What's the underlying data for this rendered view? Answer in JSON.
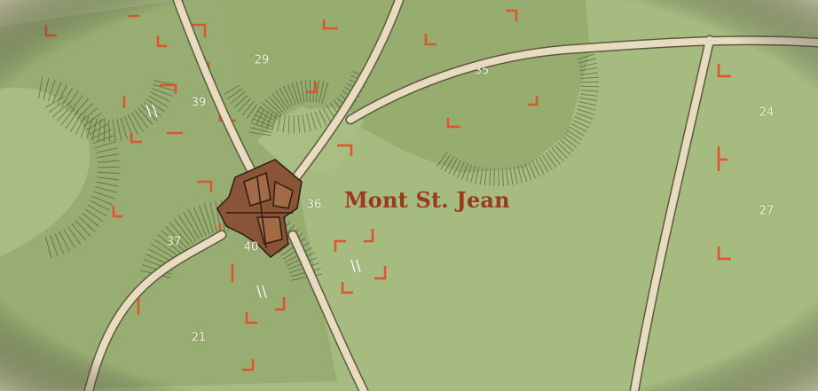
{
  "map": {
    "place_label": "Mont St. Jean",
    "hex_numbers": [
      "29",
      "35",
      "39",
      "24",
      "36",
      "27",
      "37",
      "40",
      "21"
    ],
    "colors": {
      "terrain": "#9db678",
      "plain": "#a8bc82",
      "slope_hatch": "#3f4a2a",
      "road": "#e8dcc0",
      "road_edge": "#5e5840",
      "building": "#8a5436",
      "border": "#e0532b",
      "label": "#9a3a1c"
    },
    "icons": [
      "building-icon",
      "hex-border-mark-icon",
      "road-icon",
      "slope-hatching-icon",
      "stream-symbol-icon"
    ]
  }
}
